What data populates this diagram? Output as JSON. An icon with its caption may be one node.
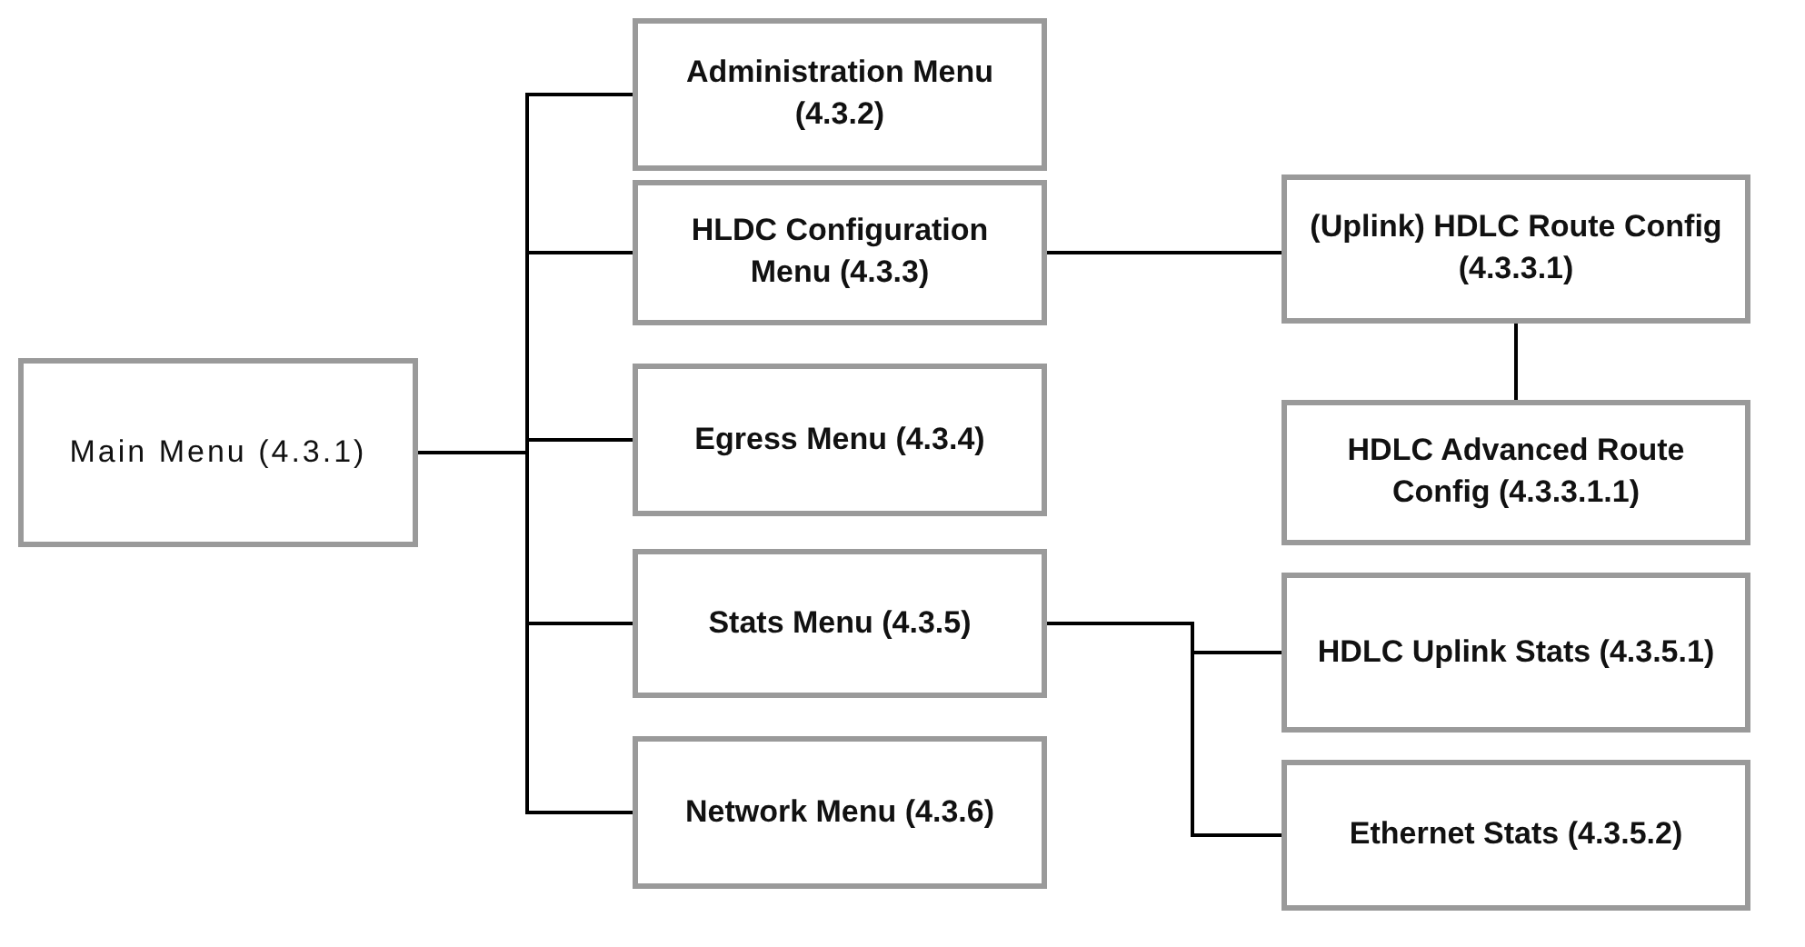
{
  "diagram": {
    "nodes": [
      {
        "text": [
          "Main Menu (4.3.1)"
        ]
      },
      {
        "text": [
          "Administration Menu (4.3.2)"
        ]
      },
      {
        "text": [
          "HLDC Configuration Menu (4.3.3)"
        ]
      },
      {
        "text": [
          "Egress Menu (4.3.4)"
        ]
      },
      {
        "text": [
          "Stats Menu (4.3.5)"
        ]
      },
      {
        "text": [
          "Network Menu (4.3.6)"
        ]
      },
      {
        "text": [
          "(Uplink) HDLC Route Config (4.3.3.1)"
        ]
      },
      {
        "text": [
          "HDLC Advanced Route Config (4.3.3.1.1)"
        ]
      },
      {
        "text": [
          "HDLC Uplink Stats (4.3.5.1)"
        ]
      },
      {
        "text": [
          "Ethernet Stats (4.3.5.2)"
        ]
      }
    ],
    "edges": [
      {
        "from": 0,
        "to": 1,
        "arrow": "none"
      },
      {
        "from": 0,
        "to": 2,
        "arrow": "none"
      },
      {
        "from": 0,
        "to": 3,
        "arrow": "none"
      },
      {
        "from": 0,
        "to": 4,
        "arrow": "none"
      },
      {
        "from": 0,
        "to": 5,
        "arrow": "none"
      },
      {
        "from": 2,
        "to": 6,
        "arrow": "none"
      },
      {
        "from": 6,
        "to": 7,
        "arrow": "none"
      },
      {
        "from": 4,
        "to": 8,
        "arrow": "none"
      },
      {
        "from": 4,
        "to": 9,
        "arrow": "none"
      }
    ]
  }
}
